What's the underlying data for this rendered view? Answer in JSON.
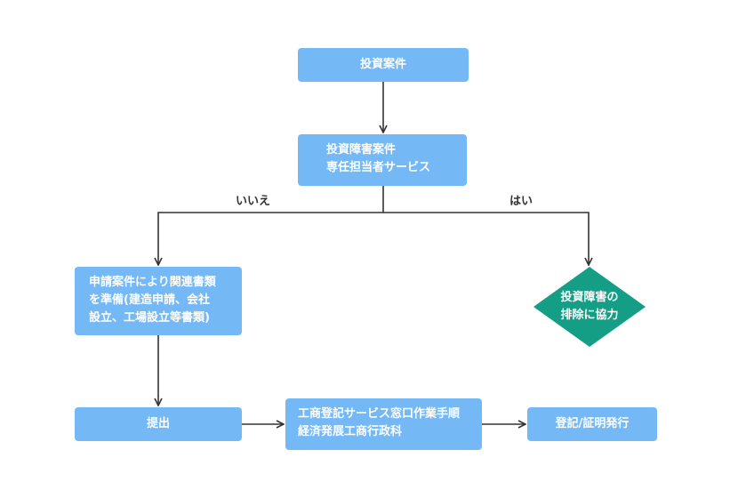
{
  "nodes": {
    "investment_case": "投資案件",
    "obstacle_service": [
      "投資障害案件",
      "専任担当者サービス"
    ],
    "prepare_docs": [
      "申請案件により関連書類",
      "を準備(建造申請、会社",
      "設立、工場設立等書類)"
    ],
    "obstacle_removal": [
      "投資障害の",
      "排除に協力"
    ],
    "submit": "提出",
    "registration_window": [
      "工商登記サービス窓口作業手順",
      "経済発展工商行政科"
    ],
    "issue_certificate": "登記/証明発行"
  },
  "edge_labels": {
    "no": "いいえ",
    "yes": "はい"
  },
  "colors": {
    "box": "#74b8f6",
    "decision": "#159e86",
    "line": "#333333"
  }
}
